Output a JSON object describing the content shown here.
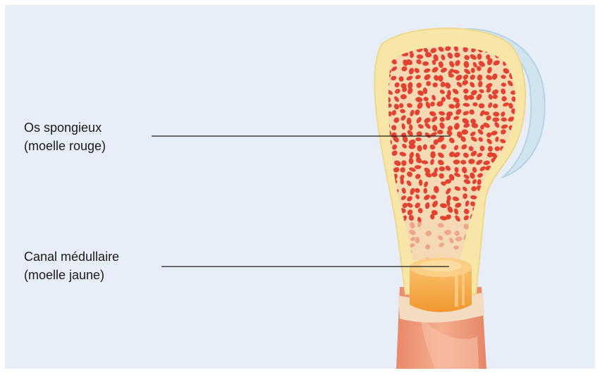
{
  "labels": {
    "spongy_bone": {
      "line1": "Os spongieux",
      "line2": "(moelle rouge)"
    },
    "medullary_canal": {
      "line1": "Canal médullaire",
      "line2": "(moelle jaune)"
    }
  },
  "colors": {
    "background": "#e8eef8",
    "cartilage": "#cfe4ef",
    "bone_outer": "#f7e6a8",
    "spongy_fill": "#f3d9b4",
    "red_marrow": "#e23a2a",
    "yellow_marrow": "#f3a43a",
    "shaft": "#f2a07e",
    "leader_line": "#1a1a1a"
  }
}
